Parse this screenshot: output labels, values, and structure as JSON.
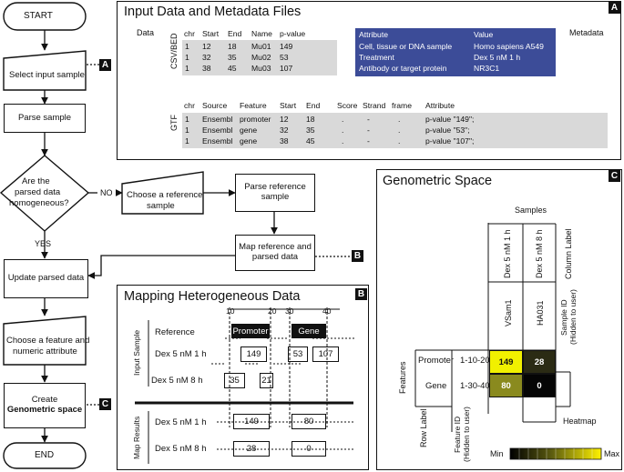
{
  "flow": {
    "start": "START",
    "select_input": "Select input sample",
    "parse_sample": "Parse sample",
    "decision": [
      "Are the",
      "parsed data",
      "homogeneous?"
    ],
    "no_label": "NO",
    "yes_label": "YES",
    "choose_ref": [
      "Choose a reference",
      "sample"
    ],
    "parse_ref": [
      "Parse reference",
      "sample"
    ],
    "map_ref": [
      "Map reference and",
      "parsed data"
    ],
    "update_parsed": "Update parsed data",
    "choose_feature": [
      "Choose a feature and",
      "numeric attribute"
    ],
    "create": "Create",
    "create_bold": "Genometric space",
    "end": "END"
  },
  "badges": {
    "a": "A",
    "b": "B",
    "c": "C"
  },
  "panel_a": {
    "title": "Input Data and Metadata Files",
    "data_label": "Data",
    "metadata_label": "Metadata",
    "csv_label": "CSV/BED",
    "gtf_label": "GTF",
    "csv_headers": [
      "chr",
      "Start",
      "End",
      "Name",
      "p-value"
    ],
    "csv_rows": [
      [
        "1",
        "12",
        "18",
        "Mu01",
        "149"
      ],
      [
        "1",
        "32",
        "35",
        "Mu02",
        "53"
      ],
      [
        "1",
        "38",
        "45",
        "Mu03",
        "107"
      ]
    ],
    "meta_headers": [
      "Attribute",
      "Value"
    ],
    "meta_rows": [
      [
        "Cell, tissue or DNA sample",
        "Homo sapiens A549"
      ],
      [
        "Treatment",
        "Dex 5 nM 1 h"
      ],
      [
        "Antibody or target protein",
        "NR3C1"
      ]
    ],
    "gtf_headers": [
      "chr",
      "Source",
      "Feature",
      "Start",
      "End",
      "Score",
      "Strand",
      "frame",
      "Attribute"
    ],
    "gtf_rows": [
      [
        "1",
        "Ensembl",
        "promoter",
        "12",
        "18",
        ".",
        "-",
        ".",
        "p-value \"149\";"
      ],
      [
        "1",
        "Ensembl",
        "gene",
        "32",
        "35",
        ".",
        "-",
        ".",
        "p-value \"53\";"
      ],
      [
        "1",
        "Ensembl",
        "gene",
        "38",
        "45",
        ".",
        "-",
        ".",
        "p-value \"107\";"
      ]
    ]
  },
  "panel_b": {
    "title": "Mapping Heterogeneous Data",
    "ticks": [
      "10",
      "20",
      "30",
      "40"
    ],
    "reference": "Reference",
    "promoter": "Promoter",
    "gene": "Gene",
    "input_sample": "Input Sample",
    "map_results": "Map Results",
    "row1": "Dex 5 nM 1 h",
    "row2": "Dex 5 nM 8 h",
    "in1": [
      "149",
      "53",
      "107"
    ],
    "in2": [
      "35",
      "21"
    ],
    "res1": [
      "149",
      "80"
    ],
    "res2": [
      "28",
      "0"
    ]
  },
  "panel_c": {
    "title": "Genometric Space",
    "samples": "Samples",
    "col1": "Dex 5 nM 1 h",
    "col2": "Dex 5 nM 8 h",
    "column_label": "Column Label",
    "id1": "VSam1",
    "id2": "HA031",
    "sample_id": "Sample ID (Hidden to user)",
    "features": "Features",
    "rows": [
      "Promoter",
      "Gene"
    ],
    "feature_ids": [
      "1-10-20",
      "1-30-40"
    ],
    "values": [
      [
        "149",
        "28"
      ],
      [
        "80",
        "0"
      ]
    ],
    "cell_colors": [
      [
        "#f1f000",
        "#2b2b14"
      ],
      [
        "#8a8a1e",
        "#050505"
      ]
    ],
    "row_label": "Row Label",
    "feature_id": "Feature ID (Hidden to user)",
    "heatmap": "Heatmap",
    "min": "Min",
    "max": "Max"
  }
}
